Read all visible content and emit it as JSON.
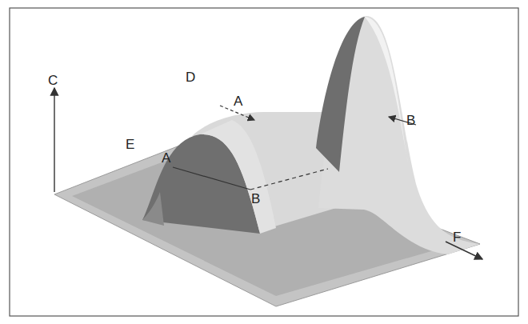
{
  "diagram": {
    "labels": [
      "C",
      "D",
      "A",
      "B",
      "E",
      "A",
      "B",
      "F"
    ]
  }
}
